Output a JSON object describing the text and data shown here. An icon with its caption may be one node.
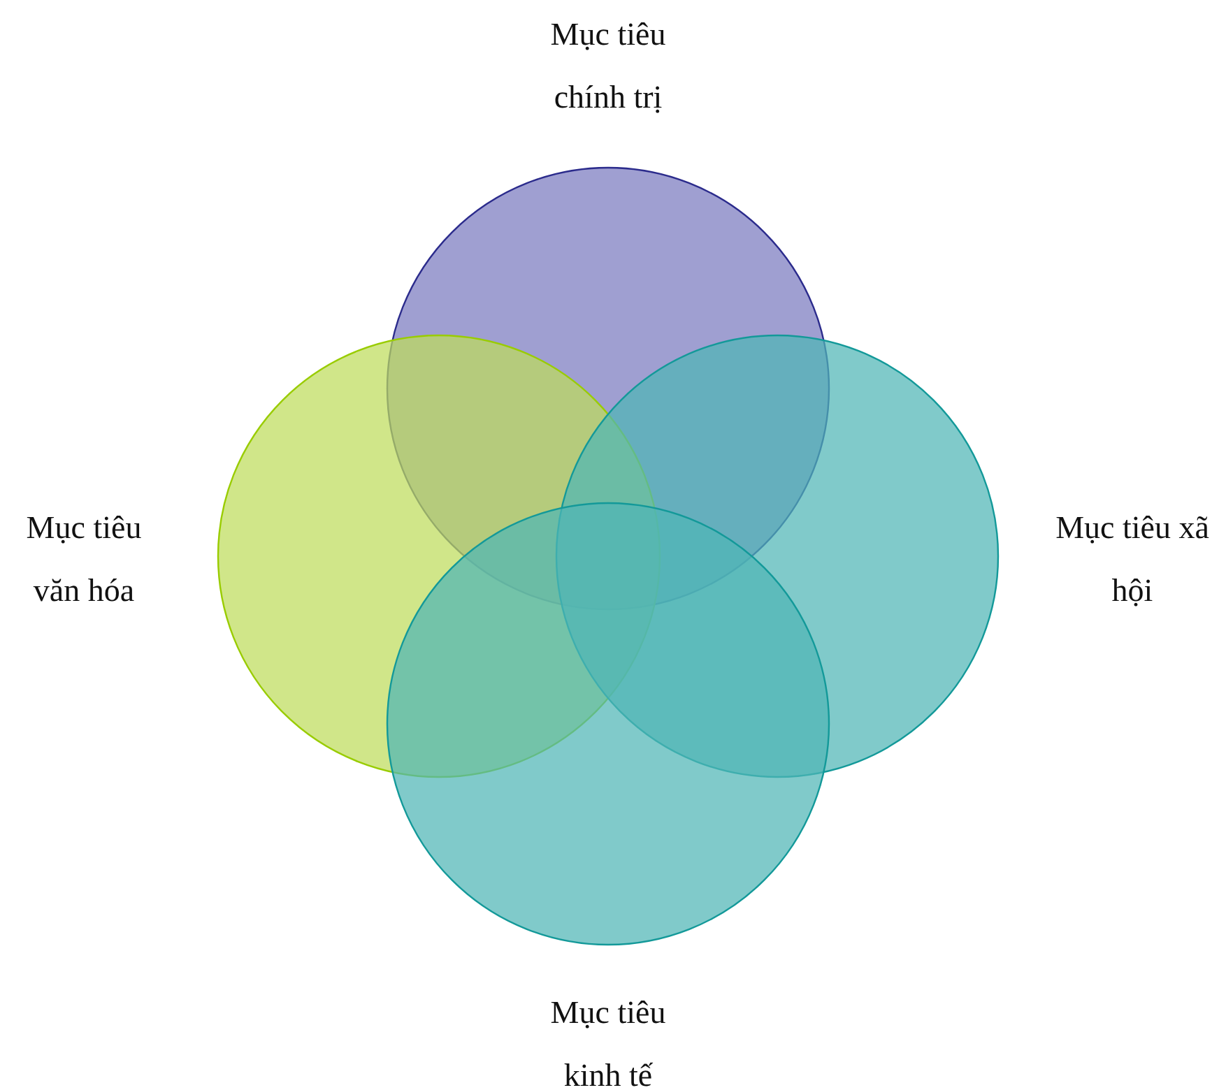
{
  "diagram": {
    "nodes": [
      {
        "text": [
          "Mục tiêu chính trị"
        ]
      },
      {
        "text": [
          "Mục tiêu văn hóa"
        ]
      },
      {
        "text": [
          "Mục tiêu xã hội"
        ]
      },
      {
        "text": [
          "Mục tiêu kinh tế"
        ]
      }
    ]
  }
}
